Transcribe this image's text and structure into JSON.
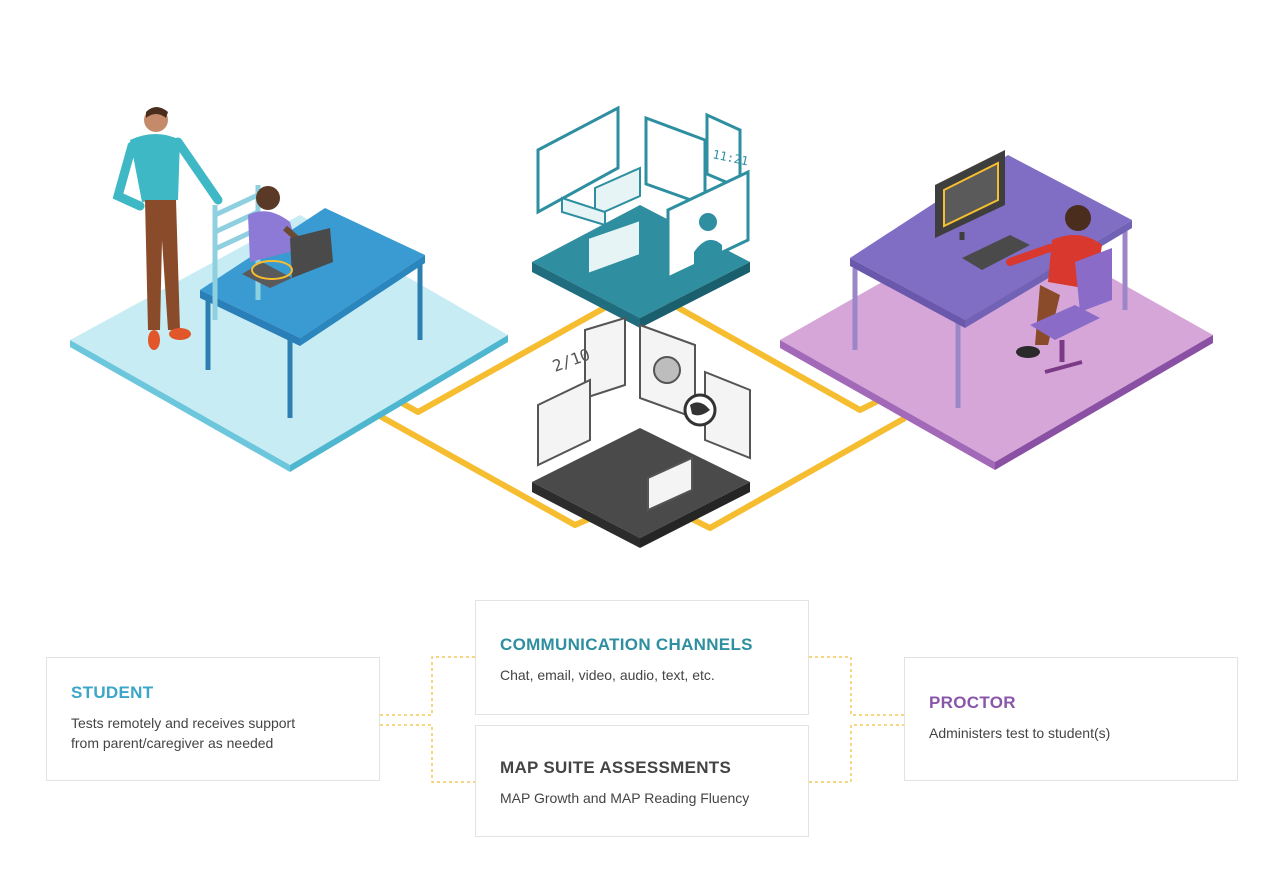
{
  "colors": {
    "student": "#3aa6c8",
    "communication": "#2e8fa0",
    "assessments": "#444444",
    "proctor": "#8a56a8",
    "connector": "#f5bd2f"
  },
  "cards": {
    "student": {
      "title": "STUDENT",
      "lines": [
        "Tests remotely and receives support",
        "from parent/caregiver as needed"
      ]
    },
    "communication": {
      "title": "COMMUNICATION CHANNELS",
      "lines": [
        "Chat, email, video, audio, text, etc."
      ]
    },
    "assessments": {
      "title": "MAP SUITE ASSESSMENTS",
      "lines": [
        "MAP Growth and MAP Reading Fluency"
      ]
    },
    "proctor": {
      "title": "PROCTOR",
      "lines": [
        "Administers test to student(s)"
      ]
    }
  },
  "illustration": {
    "clock_text": "11:21",
    "page_counter": "2/10"
  }
}
